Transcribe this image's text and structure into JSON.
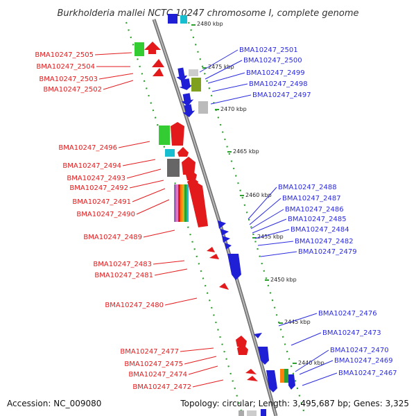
{
  "title": "Burkholderia mallei NCTC 10247 chromosome I, complete genome",
  "footer": {
    "accession": "Accession: NC_009080",
    "summary": "Topology: circular; Length: 3,495,687 bp; Genes: 3,325"
  },
  "colors": {
    "backbone": "#8c8c8c",
    "minus_strand_label": "#e31a1c",
    "plus_strand_label": "#2a2ae0",
    "dot_track": "#2ca02c"
  },
  "kbp_ticks": [
    "2480 kbp",
    "2475 kbp",
    "2470 kbp",
    "2465 kbp",
    "2460 kbp",
    "2455 kbp",
    "2450 kbp",
    "2445 kbp",
    "2440 kbp"
  ],
  "left_labels": [
    "BMA10247_2505",
    "BMA10247_2504",
    "BMA10247_2503",
    "BMA10247_2502",
    "BMA10247_2496",
    "BMA10247_2494",
    "BMA10247_2493",
    "BMA10247_2492",
    "BMA10247_2491",
    "BMA10247_2490",
    "BMA10247_2489",
    "BMA10247_2483",
    "BMA10247_2481",
    "BMA10247_2480",
    "BMA10247_2477",
    "BMA10247_2475",
    "BMA10247_2474",
    "BMA10247_2472"
  ],
  "right_labels": [
    "BMA10247_2501",
    "BMA10247_2500",
    "BMA10247_2499",
    "BMA10247_2498",
    "BMA10247_2497",
    "BMA10247_2488",
    "BMA10247_2487",
    "BMA10247_2486",
    "BMA10247_2485",
    "BMA10247_2484",
    "BMA10247_2482",
    "BMA10247_2479",
    "BMA10247_2476",
    "BMA10247_2473",
    "BMA10247_2470",
    "BMA10247_2469",
    "BMA10247_2467"
  ]
}
